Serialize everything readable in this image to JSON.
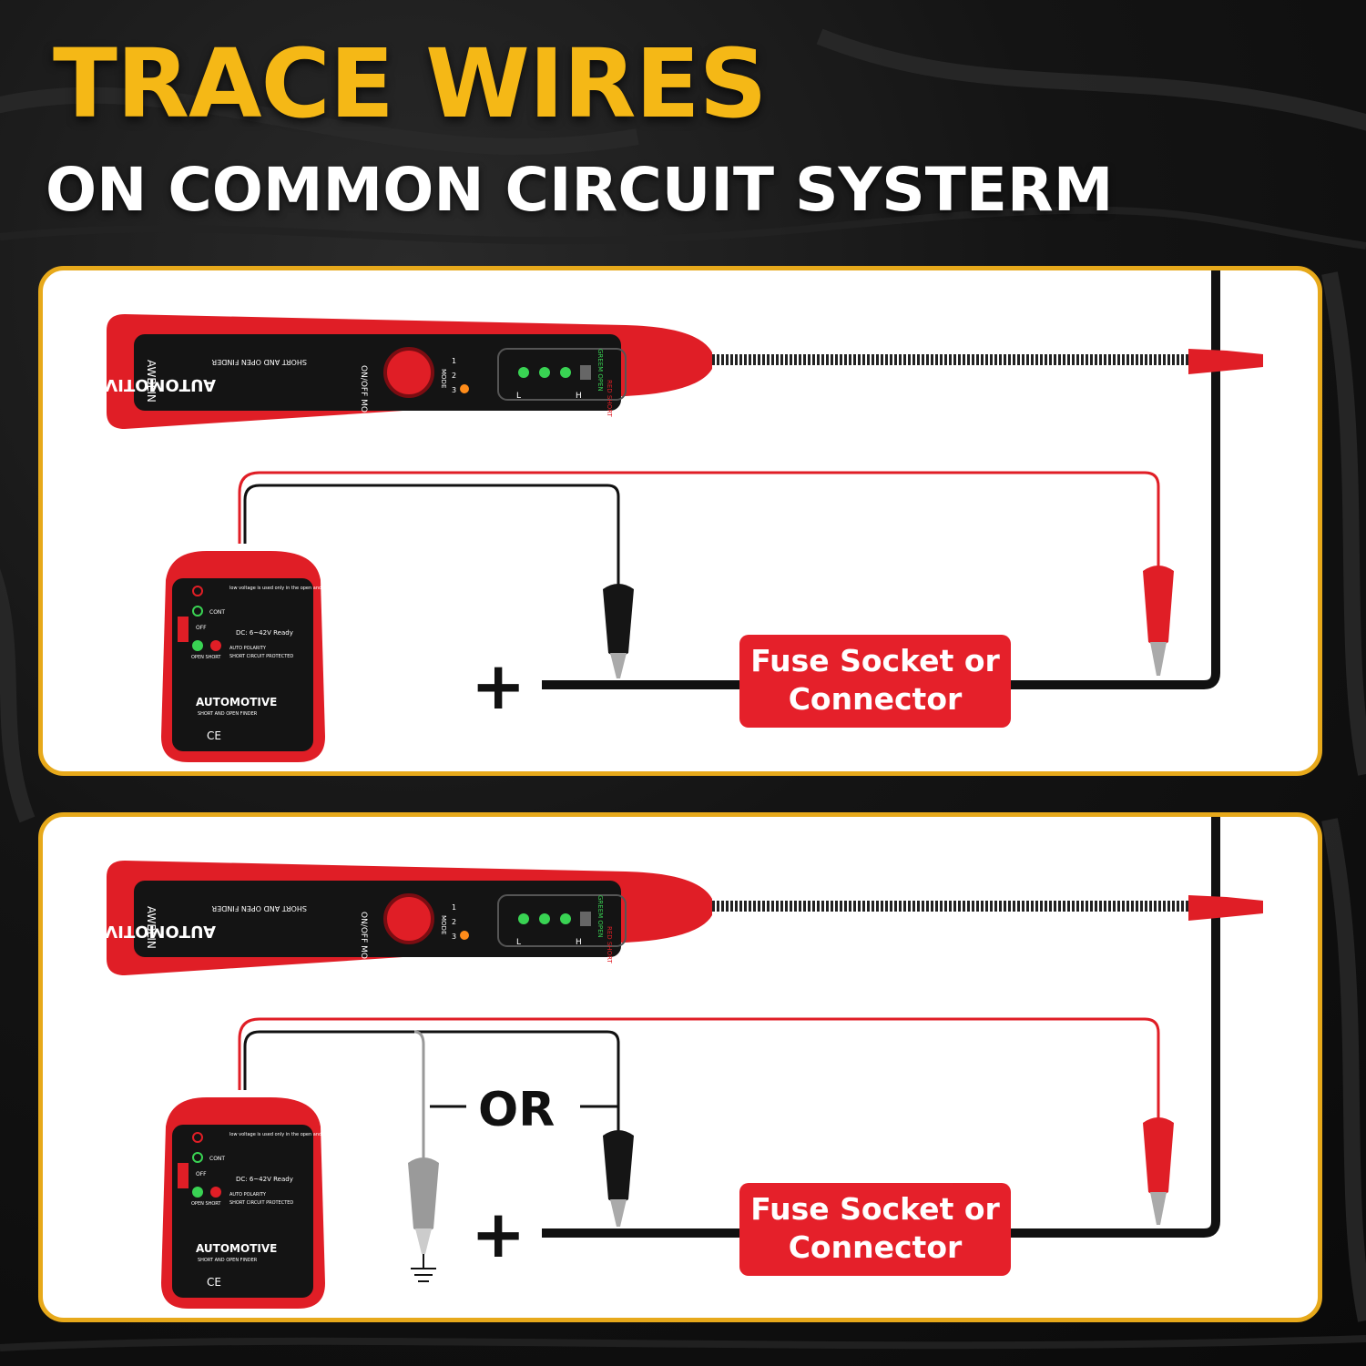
{
  "headline": "TRACE WIRES",
  "subheadline": "ON COMMON CIRCUIT SYSTERM",
  "colors": {
    "headline": "#f5b816",
    "panel_border": "#e7a91b",
    "tester_red": "#e01e26",
    "label_red": "#e5202a"
  },
  "panels": [
    {
      "fuse_line1": "Fuse Socket or",
      "fuse_line2": "Connector",
      "plus_sign": "+"
    },
    {
      "fuse_line1": "Fuse Socket or",
      "fuse_line2": "Connector",
      "plus_sign": "+",
      "or_label": "OR",
      "ground_icon": "ground-icon"
    }
  ],
  "probe": {
    "brand": "AWBLIN",
    "model": "AUTOMOTIVE",
    "subtitle": "SHORT AND OPEN FINDER",
    "power_label": "ON/OFF MODE",
    "led_green_label": "GREEM OPEN",
    "led_red_label": "RED SHORT",
    "scale_low": "L",
    "scale_high": "H",
    "mode_label": "MODE",
    "mode_markers": [
      "1",
      "2",
      "3"
    ]
  },
  "transmitter": {
    "battery_note": "low voltage is used only in the open and short circuit",
    "cont_label": "CONT",
    "off_label": "OFF",
    "open_short_label": "OPEN SHORT",
    "voltage_label": "DC: 6~42V Ready",
    "auto_polarity": "AUTO POLARITY",
    "short_protected": "SHORT CIRCUIT PROTECTED",
    "model": "AUTOMOTIVE",
    "subtitle": "SHORT AND OPEN FINDER",
    "cert": "CE"
  }
}
